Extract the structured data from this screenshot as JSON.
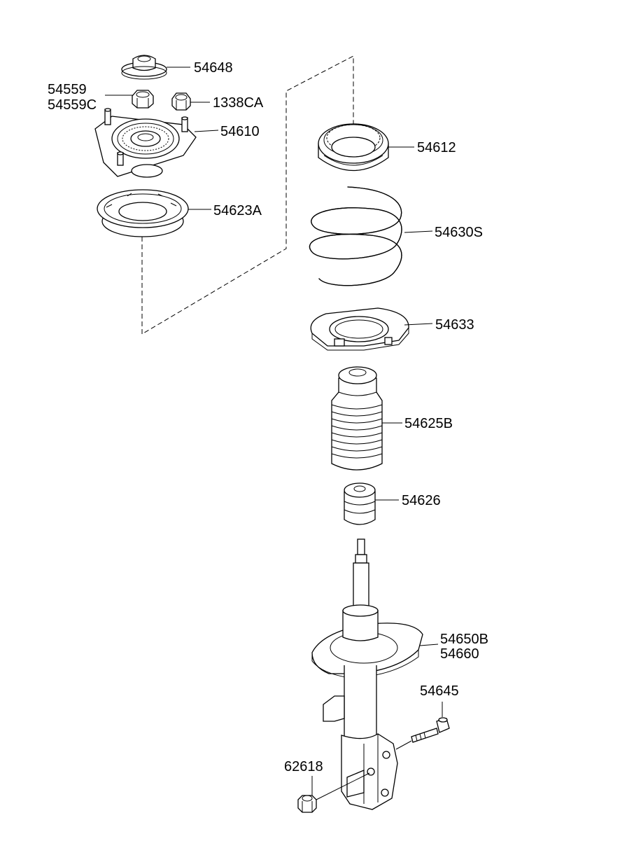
{
  "labels": {
    "p54648": "54648",
    "p54559": "54559",
    "p54559c": "54559C",
    "p1338ca": "1338CA",
    "p54610": "54610",
    "p54623a": "54623A",
    "p54612": "54612",
    "p54630s": "54630S",
    "p54633": "54633",
    "p54625b": "54625B",
    "p54626": "54626",
    "p54650b": "54650B",
    "p54660": "54660",
    "p54645": "54645",
    "p62618": "62618"
  }
}
